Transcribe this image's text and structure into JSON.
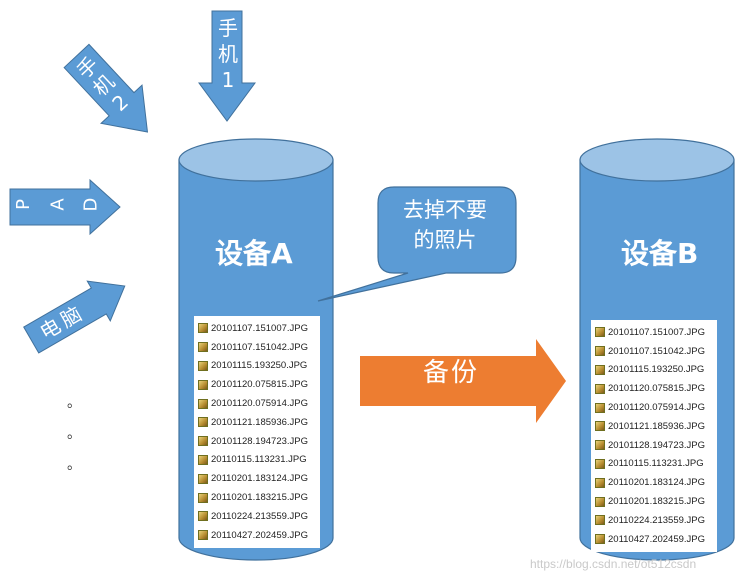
{
  "inputs": {
    "phone1": [
      "手",
      "机",
      "1"
    ],
    "phone2": [
      "手",
      "机",
      "2"
    ],
    "pad": [
      "P",
      "A",
      "D"
    ],
    "computer": [
      "电",
      "脑"
    ]
  },
  "ellipsis": [
    "。",
    "。",
    "。"
  ],
  "device_a": {
    "title": "设备A",
    "files": [
      "20101107.151007.JPG",
      "20101107.151042.JPG",
      "20101115.193250.JPG",
      "20101120.075815.JPG",
      "20101120.075914.JPG",
      "20101121.185936.JPG",
      "20101128.194723.JPG",
      "20110115.113231.JPG",
      "20110201.183124.JPG",
      "20110201.183215.JPG",
      "20110224.213559.JPG",
      "20110427.202459.JPG"
    ]
  },
  "device_b": {
    "title": "设备B",
    "files": [
      "20101107.151007.JPG",
      "20101107.151042.JPG",
      "20101115.193250.JPG",
      "20101120.075815.JPG",
      "20101120.075914.JPG",
      "20101121.185936.JPG",
      "20101128.194723.JPG",
      "20110115.113231.JPG",
      "20110201.183124.JPG",
      "20110201.183215.JPG",
      "20110224.213559.JPG",
      "20110427.202459.JPG"
    ]
  },
  "callout": {
    "line1": "去掉不要",
    "line2": "的照片"
  },
  "backup_arrow": {
    "label": "备份"
  },
  "watermark": "https://blog.csdn.net/ot512csdn",
  "colors": {
    "blue": "#5b9bd5",
    "blue_dark": "#41719c",
    "cyl_top": "#9cc3e6",
    "orange": "#ed7d31"
  }
}
